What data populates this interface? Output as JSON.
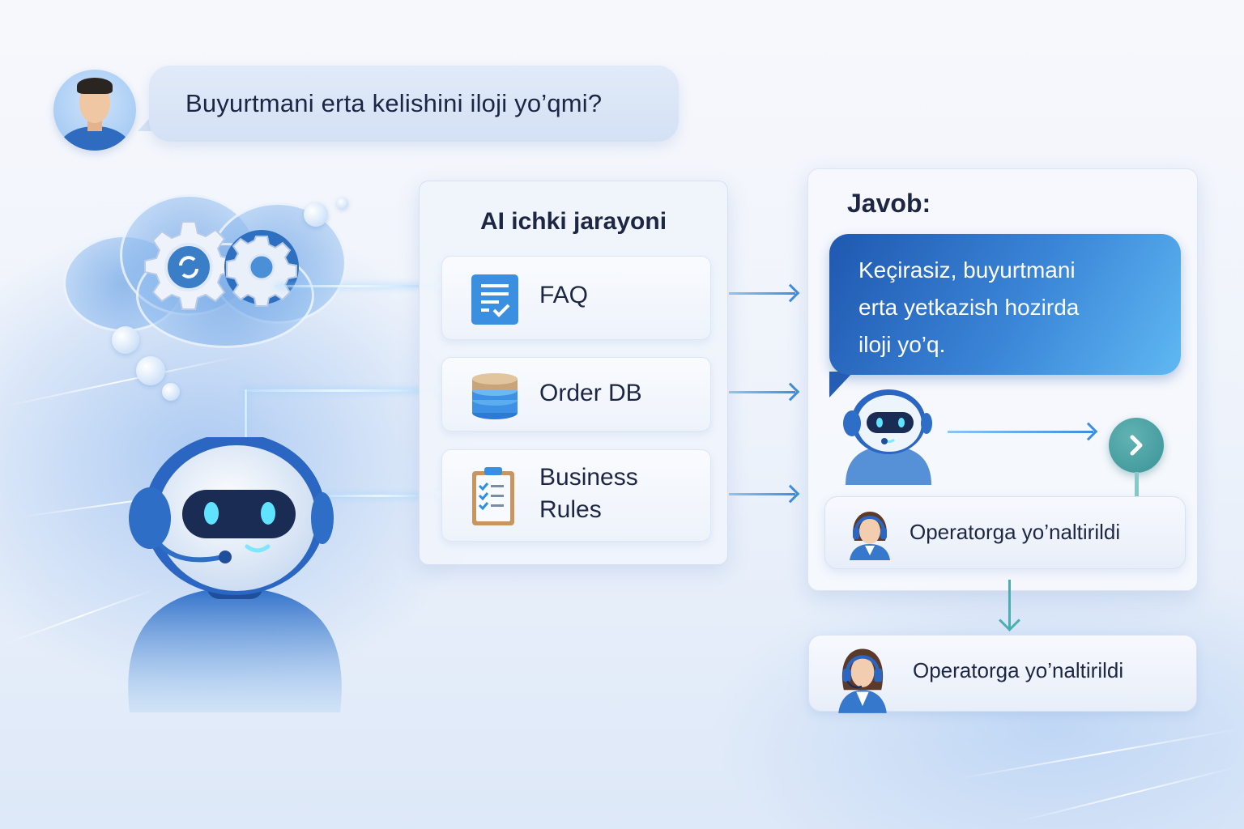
{
  "question": {
    "text": "Buyurtmani erta kelishini iloji yo’qmi?",
    "avatar": "user-avatar"
  },
  "process_panel": {
    "title": "AI ichki jarayoni",
    "items": [
      {
        "label": "FAQ",
        "icon": "faq-document-icon"
      },
      {
        "label": "Order DB",
        "icon": "database-icon"
      },
      {
        "label": "Business",
        "label_line2": "Rules",
        "icon": "clipboard-checklist-icon"
      }
    ]
  },
  "answer_panel": {
    "title": "Javob:",
    "response_lines": [
      "Keçirasiz, buyurtmani",
      "erta yetkazish hozirda",
      "iloji yo’q."
    ],
    "handoff_status": "Operatorga yo’naltirildi",
    "next_icon": "chevron-right-icon"
  },
  "final_status": {
    "text": "Operatorga yo’naltirildi"
  },
  "colors": {
    "accent_blue": "#3b86d8",
    "dark_blue": "#1f58b0",
    "teal": "#3a9396",
    "text_dark": "#1d2744"
  }
}
